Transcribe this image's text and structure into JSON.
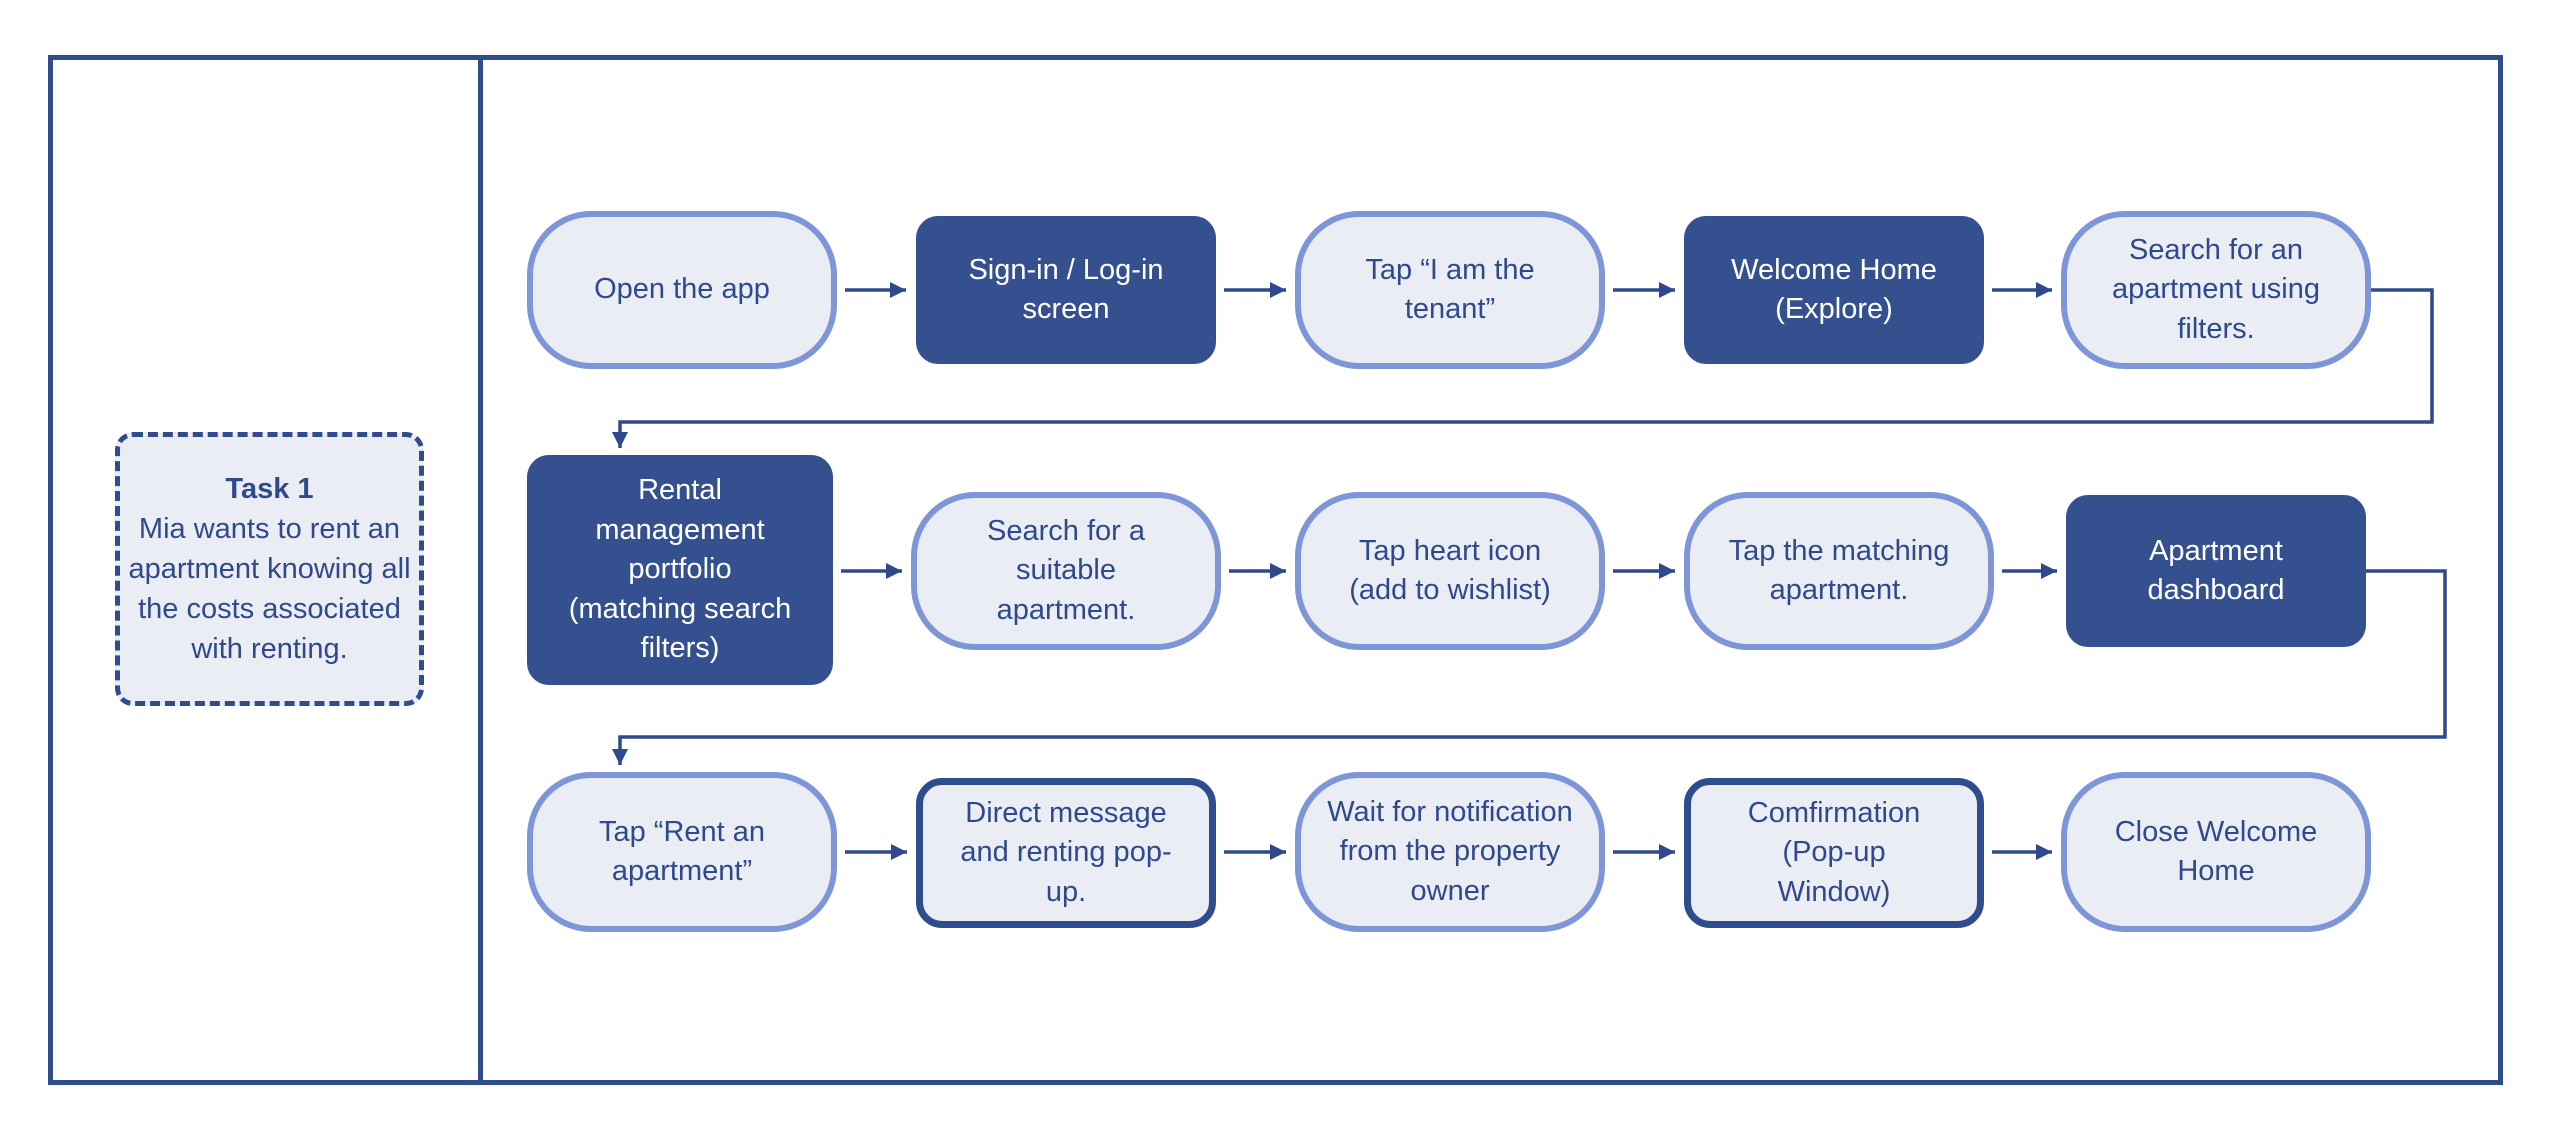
{
  "task_panel": {
    "title": "Task 1",
    "description": "Mia wants to rent an apartment knowing all the costs associated with renting."
  },
  "flow": {
    "nodes": [
      {
        "label": "Open the app",
        "type": "pill-step"
      },
      {
        "label": "Sign-in / Log-in screen",
        "type": "screen"
      },
      {
        "label": "Tap “I am the tenant”",
        "type": "pill-step"
      },
      {
        "label": "Welcome Home (Explore)",
        "type": "screen"
      },
      {
        "label": "Search for an apartment using filters.",
        "type": "pill-step"
      },
      {
        "label": "Rental management portfolio (matching search filters)",
        "type": "screen"
      },
      {
        "label": "Search for a suitable apartment.",
        "type": "pill-step"
      },
      {
        "label": "Tap heart icon (add to wishlist)",
        "type": "pill-step"
      },
      {
        "label": "Tap the matching apartment.",
        "type": "pill-step"
      },
      {
        "label": "Apartment dashboard",
        "type": "screen"
      },
      {
        "label": "Tap “Rent an apartment”",
        "type": "pill-step"
      },
      {
        "label": "Direct message and renting pop-up.",
        "type": "outlined-step"
      },
      {
        "label": "Wait for notification from the property owner",
        "type": "pill-step"
      },
      {
        "label": "Comfirmation (Pop-up Window)",
        "type": "outlined-step"
      },
      {
        "label": "Close Welcome Home",
        "type": "pill-step"
      }
    ]
  },
  "colors": {
    "navy_fill": "#35508e",
    "navy_line": "#2f4c8d",
    "navy_text": "#2e4a8c",
    "periwinkle": "#7e96d8",
    "light_fill": "#ebedf5",
    "background": "#ffffff"
  }
}
